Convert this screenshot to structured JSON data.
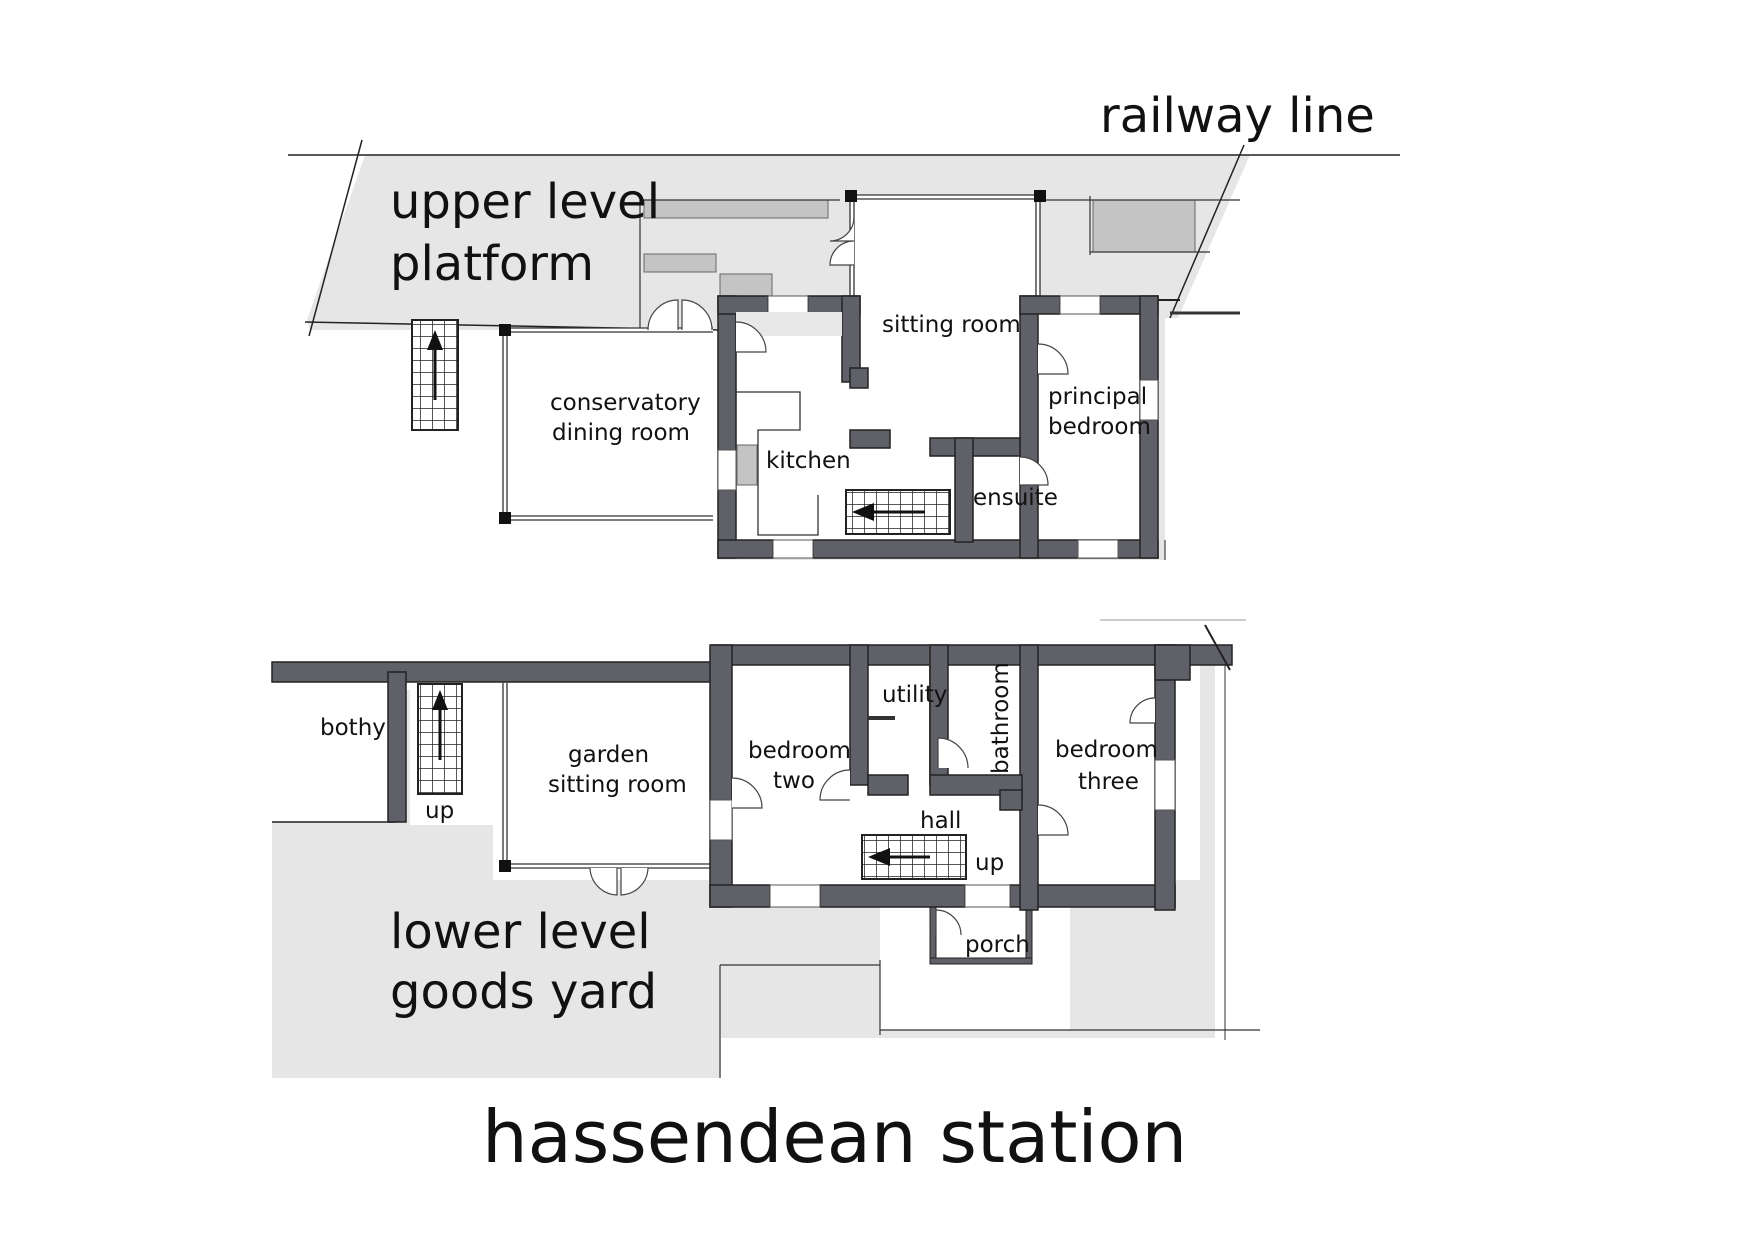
{
  "plan_title": "hassendean station",
  "labels": {
    "railway_line": "railway line",
    "upper_level_line1": "upper level",
    "upper_level_line2": "platform",
    "lower_level_line1": "lower level",
    "lower_level_line2": "goods yard"
  },
  "upper_rooms": {
    "sitting_room": "sitting room",
    "conservatory_line1": "conservatory",
    "conservatory_line2": "dining room",
    "kitchen": "kitchen",
    "principal_line1": "principal",
    "principal_line2": "bedroom",
    "ensuite": "ensuite"
  },
  "lower_rooms": {
    "bothy": "bothy",
    "stair_up_left": "up",
    "garden_line1": "garden",
    "garden_line2": "sitting room",
    "bedroom_two_line1": "bedroom",
    "bedroom_two_line2": "two",
    "utility": "utility",
    "bathroom": "bathroom",
    "bedroom_three_line1": "bedroom",
    "bedroom_three_line2": "three",
    "hall": "hall",
    "stair_up_hall": "up",
    "porch": "porch"
  },
  "colors": {
    "wall": "#5f6068",
    "ground": "#e6e6e6",
    "fitting": "#c4c4c4",
    "line": "#222222"
  }
}
